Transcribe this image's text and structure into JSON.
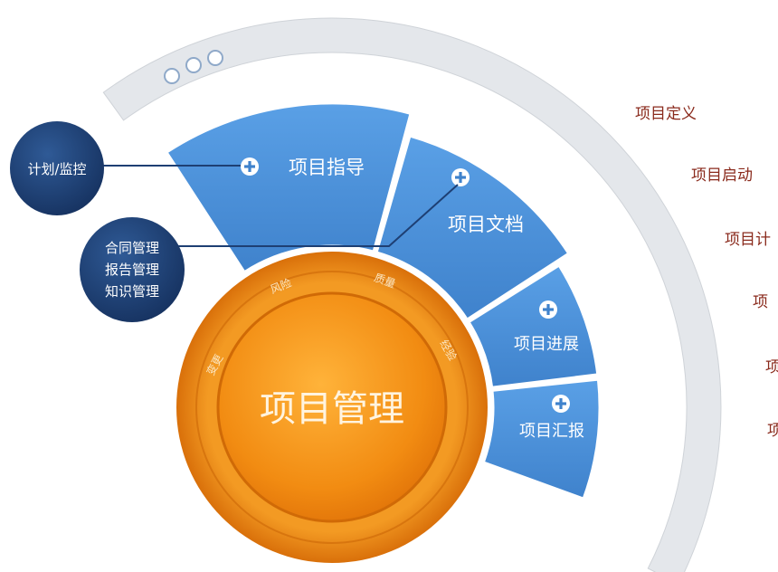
{
  "center": {
    "title": "项目管理"
  },
  "ring_labels": [
    "变更",
    "风险",
    "质量",
    "经验"
  ],
  "segments": [
    {
      "label": "项目指导",
      "icon": "plus-icon"
    },
    {
      "label": "项目文档",
      "icon": "plus-icon"
    },
    {
      "label": "项目进展",
      "icon": "plus-icon"
    },
    {
      "label": "项目汇报",
      "icon": "plus-icon"
    }
  ],
  "bubbles": [
    {
      "lines": [
        "计划/监控"
      ]
    },
    {
      "lines": [
        "合同管理",
        "报告管理",
        "知识管理"
      ]
    }
  ],
  "phases": [
    "项目定义",
    "项目启动",
    "项目计",
    "项",
    "项",
    "项"
  ],
  "colors": {
    "segment_blue": "#4a90d9",
    "bubble_navy": "#1e3f73",
    "core_orange": "#f28c12",
    "ring_grey": "#dfe2e6",
    "phase_text": "#8a2a1c"
  }
}
